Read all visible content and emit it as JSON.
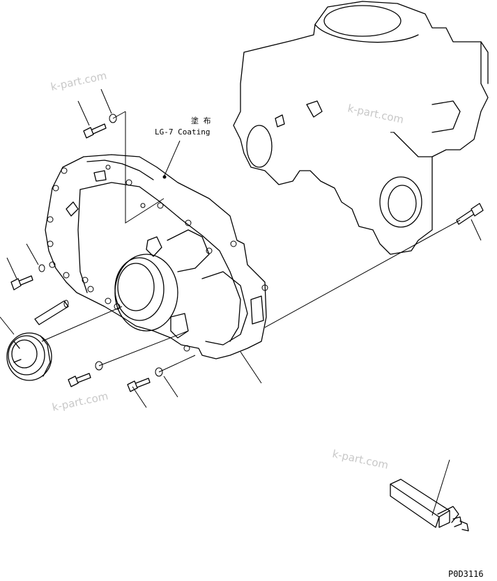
{
  "watermark": "k-part.com",
  "annotation": {
    "jp": "塗 布",
    "en": "LG-7 Coating"
  },
  "drawing_code": "P0D3116"
}
